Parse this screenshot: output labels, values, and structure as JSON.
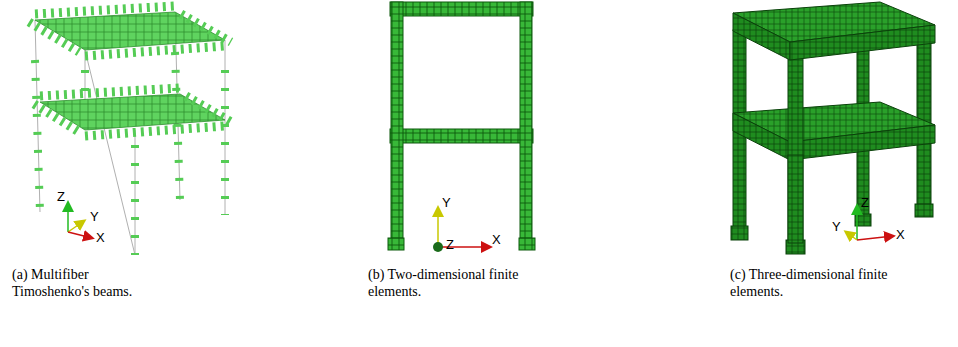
{
  "diagram": {
    "labels": [
      "(a) Multifiber Timoshenko's beams.",
      "Z",
      "Y",
      "X",
      "(b) Two-dimensional finite elements.",
      "Y",
      "Z",
      "X",
      "(c) Three-dimensional finite elements.",
      "Z",
      "Y",
      "X"
    ]
  }
}
